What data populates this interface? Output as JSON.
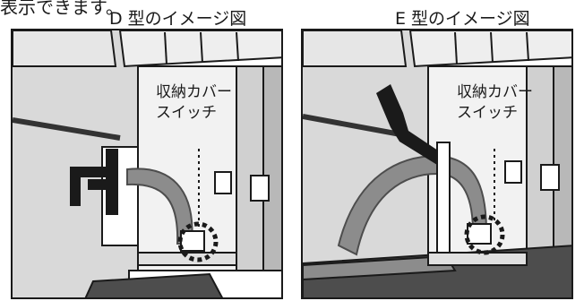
{
  "caption_fragment": "表示できます。",
  "panels": [
    {
      "title": "D 型のイメージ図",
      "label_line1": "収納カバー",
      "label_line2": "スイッチ"
    },
    {
      "title": "E 型のイメージ図",
      "label_line1": "収納カバー",
      "label_line2": "スイッチ"
    }
  ],
  "colors": {
    "line": "#1a1a1a",
    "gray_light": "#d9d9d9",
    "gray_mid": "#8c8c8c",
    "gray_dark": "#4d4d4d"
  }
}
